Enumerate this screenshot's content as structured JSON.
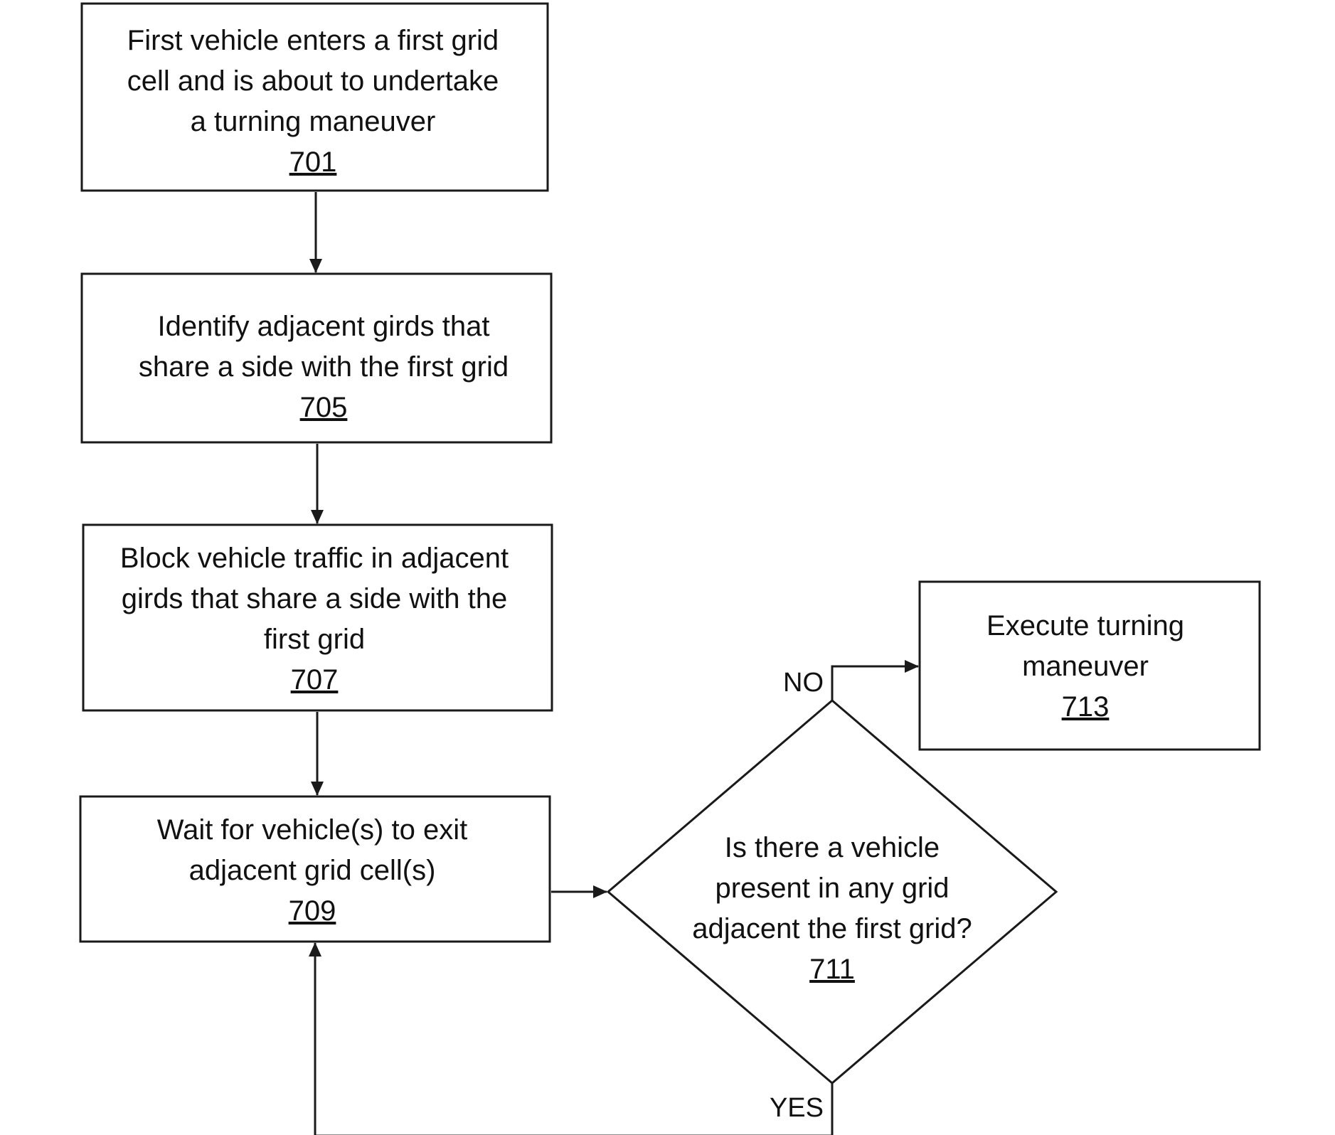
{
  "colors": {
    "background": "#ffffff",
    "stroke": "#1a1a1a",
    "text": "#111111"
  },
  "nodes": {
    "n701": {
      "shape": "rectangle",
      "lines": [
        "First vehicle enters a first grid",
        "cell and is about to undertake",
        "a turning maneuver"
      ],
      "ref": "701"
    },
    "n705": {
      "shape": "rectangle",
      "lines": [
        "Identify adjacent girds that",
        "share a side with the first grid"
      ],
      "ref": "705"
    },
    "n707": {
      "shape": "rectangle",
      "lines": [
        "Block vehicle traffic in adjacent",
        "girds that share a side with the",
        "first grid"
      ],
      "ref": "707"
    },
    "n709": {
      "shape": "rectangle",
      "lines": [
        "Wait for vehicle(s) to exit",
        "adjacent grid cell(s)"
      ],
      "ref": "709"
    },
    "n711": {
      "shape": "diamond",
      "lines": [
        "Is there a vehicle",
        "present in any grid",
        "adjacent the first grid?"
      ],
      "ref": "711"
    },
    "n713": {
      "shape": "rectangle",
      "lines": [
        "Execute turning",
        "maneuver"
      ],
      "ref": "713"
    }
  },
  "edges": [
    {
      "from": "701",
      "to": "705",
      "label": ""
    },
    {
      "from": "705",
      "to": "707",
      "label": ""
    },
    {
      "from": "707",
      "to": "709",
      "label": ""
    },
    {
      "from": "709",
      "to": "711",
      "label": ""
    },
    {
      "from": "711",
      "to": "713",
      "label": "NO"
    },
    {
      "from": "711",
      "to": "709",
      "label": "YES"
    }
  ],
  "labels": {
    "no": "NO",
    "yes": "YES"
  }
}
